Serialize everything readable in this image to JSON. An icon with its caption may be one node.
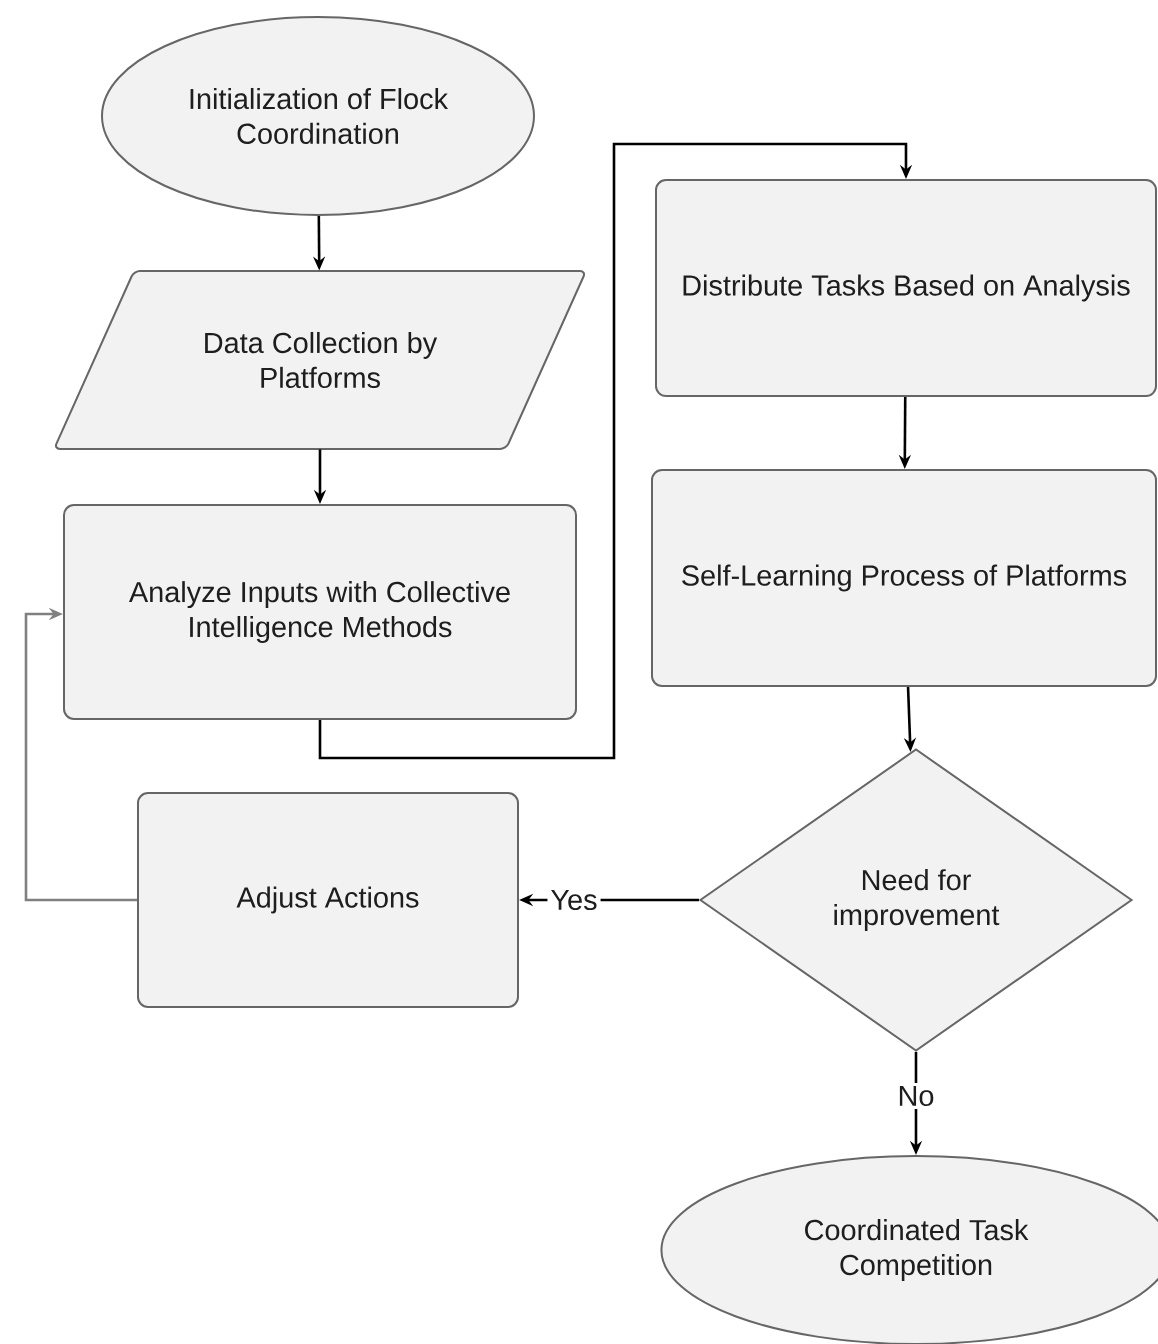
{
  "diagram": {
    "nodes": [
      {
        "text": [
          "Initialization of Flock Coordination"
        ]
      },
      {
        "text": [
          "Data Collection by Platforms"
        ]
      },
      {
        "text": [
          "Analyze Inputs with Collective Intelligence Methods"
        ]
      },
      {
        "text": [
          "Distribute Tasks Based on Analysis"
        ]
      },
      {
        "text": [
          "Self-Learning Process of Platforms"
        ]
      },
      {
        "text": [
          "Need for improvement"
        ]
      },
      {
        "text": [
          "Adjust Actions"
        ]
      },
      {
        "text": [
          "Coordinated Task Competition"
        ]
      }
    ],
    "edges": [
      {
        "from": 0,
        "to": 1,
        "arrow": "to"
      },
      {
        "from": 1,
        "to": 2,
        "arrow": "to"
      },
      {
        "from": 2,
        "to": 3,
        "arrow": "to"
      },
      {
        "from": 3,
        "to": 4,
        "arrow": "to"
      },
      {
        "from": 4,
        "to": 5,
        "arrow": "to"
      },
      {
        "from": 5,
        "to": 6,
        "arrow": "to",
        "label": "Yes"
      },
      {
        "from": 6,
        "to": 2,
        "arrow": "to",
        "color": "#808080"
      },
      {
        "from": 5,
        "to": 7,
        "arrow": "to",
        "label": "No"
      }
    ]
  }
}
